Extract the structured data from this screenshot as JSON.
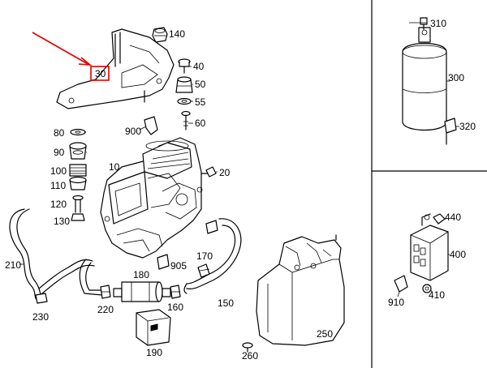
{
  "callouts": {
    "c10": "10",
    "c20": "20",
    "c30": "30",
    "c40": "40",
    "c50": "50",
    "c55": "55",
    "c60": "60",
    "c80": "80",
    "c90": "90",
    "c100": "100",
    "c110": "110",
    "c120": "120",
    "c130": "130",
    "c140": "140",
    "c150": "150",
    "c160": "160",
    "c170": "170",
    "c180": "180",
    "c190": "190",
    "c210": "210",
    "c220": "220",
    "c230": "230",
    "c250": "250",
    "c260": "260",
    "c300": "300",
    "c310": "310",
    "c320": "320",
    "c400": "400",
    "c410": "410",
    "c440": "440",
    "c900": "900",
    "c905": "905",
    "c910": "910"
  },
  "highlight": {
    "part": "30",
    "color": "#e00000"
  }
}
